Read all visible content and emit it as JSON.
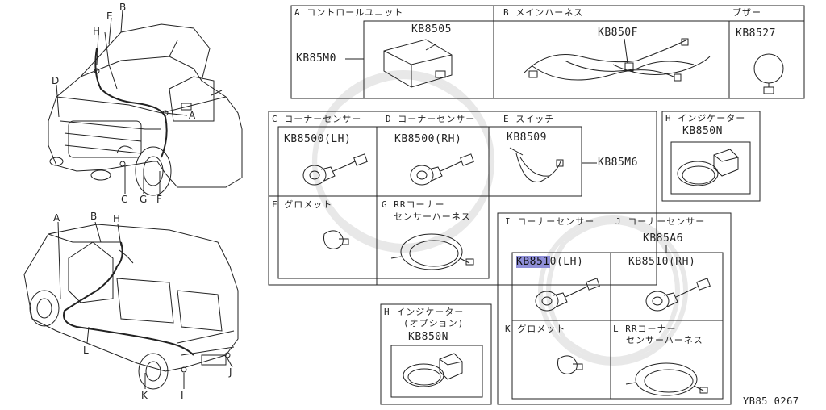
{
  "footer_code": "YB85 0267",
  "vehicle_letters": {
    "front": [
      "A",
      "B",
      "C",
      "D",
      "E",
      "F",
      "G",
      "H"
    ],
    "rear": [
      "A",
      "B",
      "H",
      "I",
      "J",
      "K",
      "L"
    ]
  },
  "sections": {
    "A": {
      "letter": "A",
      "label": "コントロールユニット",
      "assembly": "KB85M0",
      "part": "KB8505"
    },
    "B": {
      "letter": "B",
      "label": "メインハーネス",
      "part": "KB850F"
    },
    "buzzer": {
      "label": "ブザー",
      "part": "KB8527"
    },
    "C": {
      "letter": "C",
      "label": "コーナーセンサー",
      "part": "KB8500(LH)"
    },
    "D": {
      "letter": "D",
      "label": "コーナーセンサー",
      "part": "KB8500(RH)"
    },
    "E": {
      "letter": "E",
      "label": "スイッチ",
      "part": "KB8509",
      "assembly": "KB85M6"
    },
    "H_top": {
      "letter": "H",
      "label": "インジケーター",
      "part": "KB850N"
    },
    "F": {
      "letter": "F",
      "label": "グロメット"
    },
    "G": {
      "letter": "G",
      "label_line1": "RRコーナー",
      "label_line2": "センサーハーネス"
    },
    "I": {
      "letter": "I",
      "label": "コーナーセンサー",
      "part_highlight": "KB851",
      "part_rest": "0(LH)"
    },
    "J": {
      "letter": "J",
      "label": "コーナーセンサー",
      "assembly": "KB85A6",
      "part": "KB8510(RH)"
    },
    "K": {
      "letter": "K",
      "label": "グロメット"
    },
    "L": {
      "letter": "L",
      "label_line1": "RRコーナー",
      "label_line2": "センサーハーネス"
    },
    "H_bottom": {
      "letter": "H",
      "label_line1": "インジケーター",
      "label_line2": "(オプション)",
      "part": "KB850N"
    }
  },
  "colors": {
    "ink": "#222222",
    "highlight": "#8f8fd8",
    "watermark": "#e6e6e6"
  }
}
